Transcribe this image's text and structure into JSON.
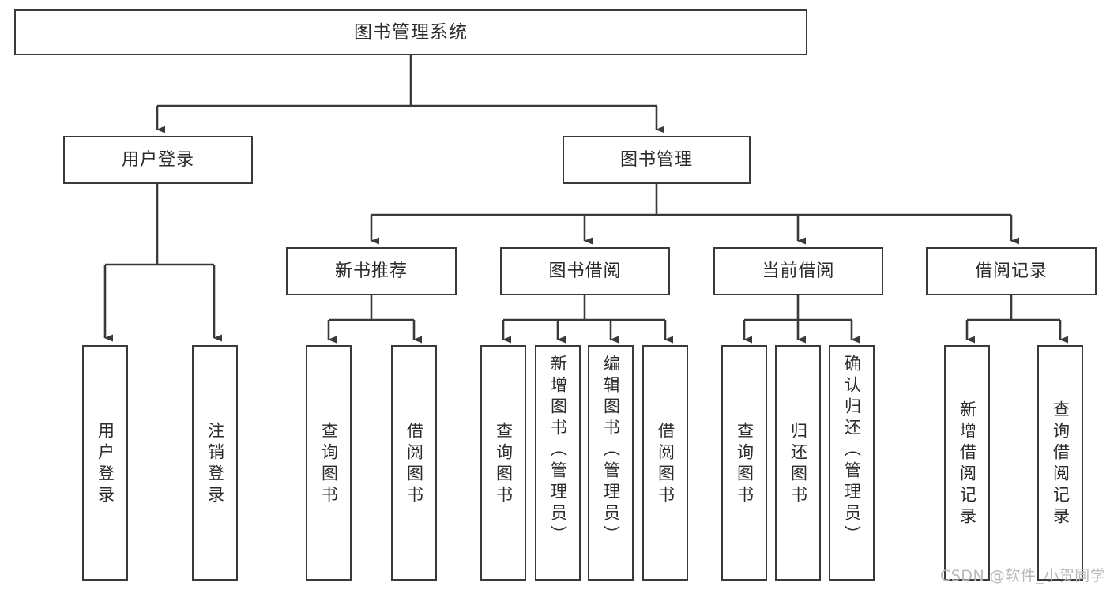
{
  "diagram": {
    "type": "tree-hierarchy-flowchart",
    "title": "图书管理系统",
    "watermark": "CSDN @软件_小贺同学",
    "colors": {
      "stroke": "#3a3a3a",
      "fill": "#ffffff",
      "text": "#2b2b2b",
      "watermark": "#b9b9b9"
    },
    "nodes": {
      "root": {
        "label": "图书管理系统"
      },
      "level2": [
        {
          "id": "user-login",
          "label": "用户登录"
        },
        {
          "id": "book-management",
          "label": "图书管理"
        }
      ],
      "level3": [
        {
          "id": "new-book-recommend",
          "label": "新书推荐"
        },
        {
          "id": "book-borrow",
          "label": "图书借阅"
        },
        {
          "id": "current-borrow",
          "label": "当前借阅"
        },
        {
          "id": "borrow-record",
          "label": "借阅记录"
        }
      ],
      "leaves": {
        "user_login": [
          {
            "id": "leaf-user-login",
            "label": "用户登录"
          },
          {
            "id": "leaf-logout-login",
            "label": "注销登录"
          }
        ],
        "new_book_recommend": [
          {
            "id": "leaf-query-book-1",
            "label": "查询图书"
          },
          {
            "id": "leaf-borrow-book-1",
            "label": "借阅图书"
          }
        ],
        "book_borrow": [
          {
            "id": "leaf-query-book-2",
            "label": "查询图书"
          },
          {
            "id": "leaf-add-book-admin",
            "label": "新增图书（管理员）"
          },
          {
            "id": "leaf-edit-book-admin",
            "label": "编辑图书（管理员）"
          },
          {
            "id": "leaf-borrow-book-2",
            "label": "借阅图书"
          }
        ],
        "current_borrow": [
          {
            "id": "leaf-query-book-3",
            "label": "查询图书"
          },
          {
            "id": "leaf-return-book",
            "label": "归还图书"
          },
          {
            "id": "leaf-confirm-return-admin",
            "label": "确认归还（管理员）"
          }
        ],
        "borrow_record": [
          {
            "id": "leaf-add-borrow-record",
            "label": "新增借阅记录"
          },
          {
            "id": "leaf-query-borrow-record",
            "label": "查询借阅记录"
          }
        ]
      }
    }
  }
}
